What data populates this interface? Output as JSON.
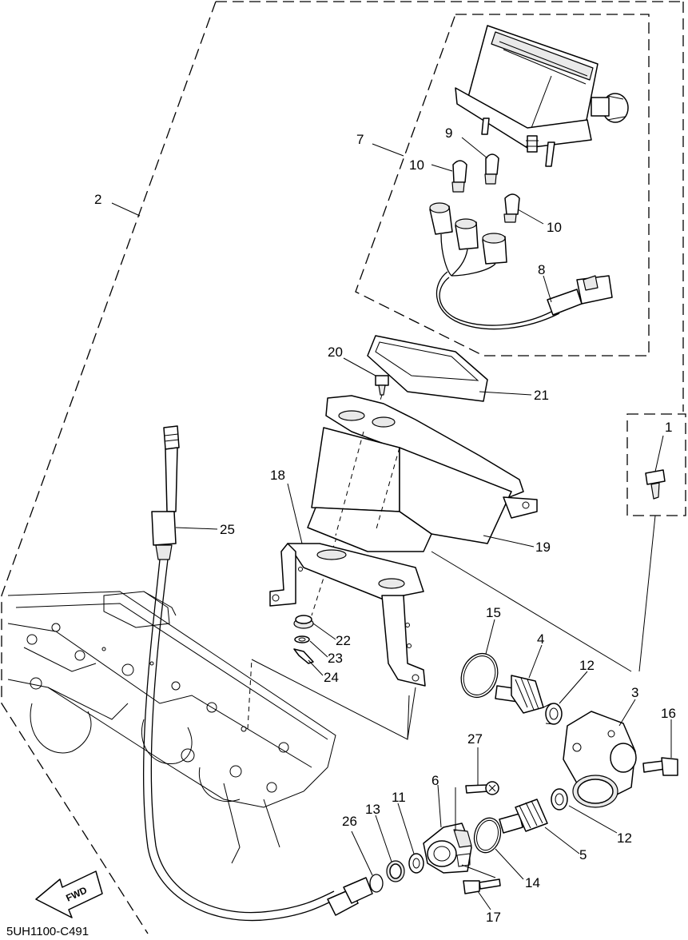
{
  "diagram_code": "5UH1100-C491",
  "fwd_label": "FWD",
  "callouts": {
    "c1": "1",
    "c2": "2",
    "c3": "3",
    "c4": "4",
    "c5": "5",
    "c6": "6",
    "c7": "7",
    "c8": "8",
    "c9": "9",
    "c10a": "10",
    "c10b": "10",
    "c11": "11",
    "c12a": "12",
    "c12b": "12",
    "c13": "13",
    "c14": "14",
    "c15": "15",
    "c16": "16",
    "c17": "17",
    "c18": "18",
    "c19": "19",
    "c20": "20",
    "c21": "21",
    "c22": "22",
    "c23": "23",
    "c24": "24",
    "c25": "25",
    "c26": "26",
    "c27": "27"
  }
}
